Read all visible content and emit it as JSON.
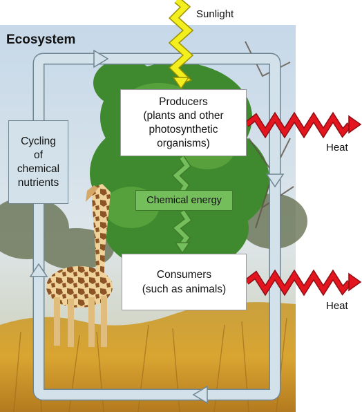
{
  "title": "Ecosystem",
  "inputs": {
    "sunlight": "Sunlight"
  },
  "nodes": {
    "producers": "Producers\n(plants and other\nphotosynthetic\norganisms)",
    "consumers": "Consumers\n(such as animals)",
    "cycling": "Cycling\nof\nchemical\nnutrients",
    "chemical_energy": "Chemical energy"
  },
  "outputs": {
    "heat_1": "Heat",
    "heat_2": "Heat"
  },
  "colors": {
    "sunlight_arrow": "#f3ef1e",
    "heat_arrow": "#e3161f",
    "energy_arrow": "#74bf5c",
    "cycle_loop": "#d3e2ea",
    "cycle_outline": "#6f8592"
  }
}
